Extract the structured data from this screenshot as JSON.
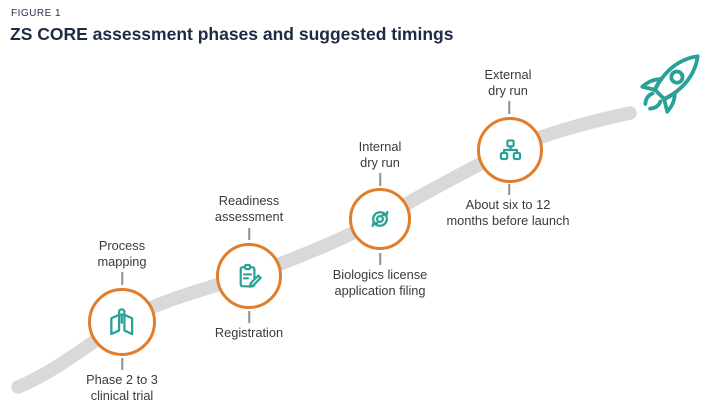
{
  "figure": {
    "eyebrow": "FIGURE 1",
    "title": "ZS CORE assessment phases and suggested timings"
  },
  "colors": {
    "accent_orange": "#E07E2C",
    "accent_teal": "#28A296",
    "path_gray": "#D9D9D9",
    "tick_gray": "#8E8E8E",
    "title_navy": "#1F2B45",
    "label_gray": "#3B3B3B"
  },
  "milestones": [
    {
      "icon": "map-pin-icon",
      "top_label": "Process\nmapping",
      "bottom_label": "Phase 2 to 3\nclinical trial"
    },
    {
      "icon": "clipboard-pencil-icon",
      "top_label": "Readiness\nassessment",
      "bottom_label": "Registration"
    },
    {
      "icon": "sync-icon",
      "top_label": "Internal\ndry run",
      "bottom_label": "Biologics license\napplication filing"
    },
    {
      "icon": "org-chart-icon",
      "top_label": "External\ndry run",
      "bottom_label": "About six to 12\nmonths before launch"
    }
  ],
  "end_marker": {
    "icon": "rocket-icon"
  }
}
